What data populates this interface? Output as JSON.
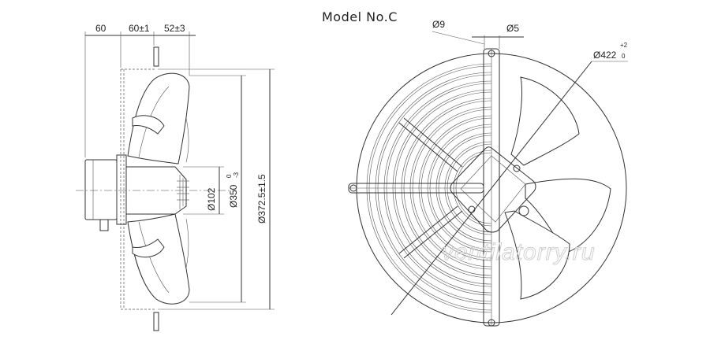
{
  "model_title": "Model No.C",
  "side_view": {
    "dim_overhang": "60",
    "dim_blade_depth": "60±1",
    "dim_mount_depth": "52±3",
    "dim_hub_dia": "Ø102",
    "dim_blade_dia": "Ø350",
    "dim_blade_dia_tol": "0\n-3",
    "dim_mount_dia": "Ø372.5±1.5"
  },
  "front_view": {
    "dim_hole": "Ø9",
    "dim_rod": "Ø5",
    "dim_outer_dia": "Ø422",
    "dim_outer_tol_upper": "+2",
    "dim_outer_tol_lower": "0"
  },
  "watermark": "ventilatorry.ru"
}
